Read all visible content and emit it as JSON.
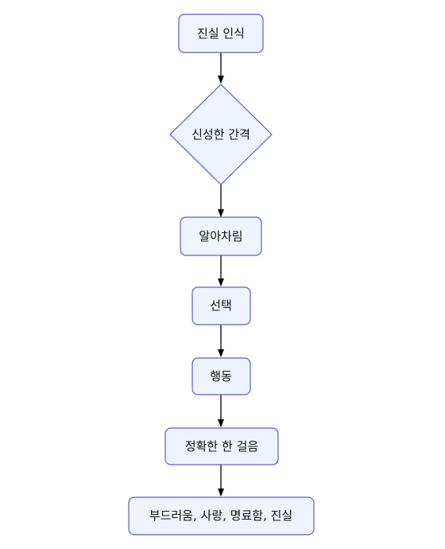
{
  "diagram": {
    "type": "flowchart",
    "colors": {
      "node_fill": "#eef3fd",
      "node_stroke": "#5b5fc7",
      "arrow": "#000000",
      "text": "#111111"
    },
    "nodes": [
      {
        "id": "n1",
        "shape": "rounded-rect",
        "label": "진실 인식"
      },
      {
        "id": "n2",
        "shape": "diamond",
        "label": "신성한 간격"
      },
      {
        "id": "n3",
        "shape": "rounded-rect",
        "label": "알아차림"
      },
      {
        "id": "n4",
        "shape": "rounded-rect",
        "label": "선택"
      },
      {
        "id": "n5",
        "shape": "rounded-rect",
        "label": "행동"
      },
      {
        "id": "n6",
        "shape": "rounded-rect",
        "label": "정확한 한 걸음"
      },
      {
        "id": "n7",
        "shape": "rounded-rect",
        "label": "부드러움, 사랑, 명료함, 진실"
      }
    ],
    "edges": [
      {
        "from": "n1",
        "to": "n2"
      },
      {
        "from": "n2",
        "to": "n3"
      },
      {
        "from": "n3",
        "to": "n4"
      },
      {
        "from": "n4",
        "to": "n5"
      },
      {
        "from": "n5",
        "to": "n6"
      },
      {
        "from": "n6",
        "to": "n7"
      }
    ]
  }
}
